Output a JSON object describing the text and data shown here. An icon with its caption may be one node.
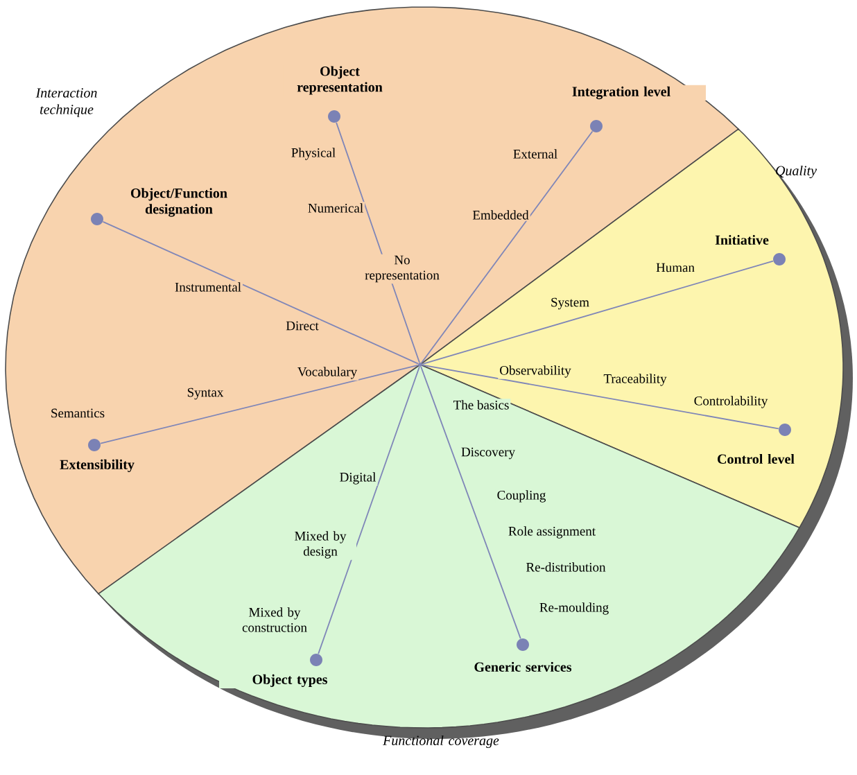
{
  "diagram": {
    "nodes": [
      {
        "text": [
          "Interaction technique"
        ]
      },
      {
        "text": [
          "Quality"
        ]
      },
      {
        "text": [
          "Functional coverage"
        ]
      },
      {
        "text": [
          "Object representation"
        ],
        "in": 0
      },
      {
        "text": [
          "Integration level"
        ],
        "in": 0
      },
      {
        "text": [
          "Object/Function designation"
        ],
        "in": 0
      },
      {
        "text": [
          "Extensibility"
        ],
        "in": 0
      },
      {
        "text": [
          "Initiative"
        ],
        "in": 1
      },
      {
        "text": [
          "Control level"
        ],
        "in": 1
      },
      {
        "text": [
          "Object types"
        ],
        "in": 2
      },
      {
        "text": [
          "Generic services"
        ],
        "in": 2
      },
      {
        "text": [],
        "shape": "circle"
      }
    ],
    "edges": [
      {
        "from": 11,
        "to": 3,
        "arrow": "none"
      },
      {
        "from": 11,
        "to": 4,
        "arrow": "none"
      },
      {
        "from": 11,
        "to": 5,
        "arrow": "none"
      },
      {
        "from": 11,
        "to": 6,
        "arrow": "none"
      },
      {
        "from": 11,
        "to": 7,
        "arrow": "none"
      },
      {
        "from": 11,
        "to": 8,
        "arrow": "none"
      },
      {
        "from": 11,
        "to": 9,
        "arrow": "none"
      },
      {
        "from": 11,
        "to": 10,
        "arrow": "none"
      }
    ],
    "labels": [
      "Physical",
      "External",
      "Numerical",
      "Embedded",
      "No representation",
      "Instrumental",
      "System",
      "Human",
      "Direct",
      "Vocabulary",
      "Syntax",
      "Semantics",
      "Observability",
      "Traceability",
      "Controlability",
      "The basics",
      "Discovery",
      "Coupling",
      "Role assignment",
      "Re-distribution",
      "Re-moulding",
      "Digital",
      "Mixed by design",
      "Mixed by construction"
    ]
  }
}
